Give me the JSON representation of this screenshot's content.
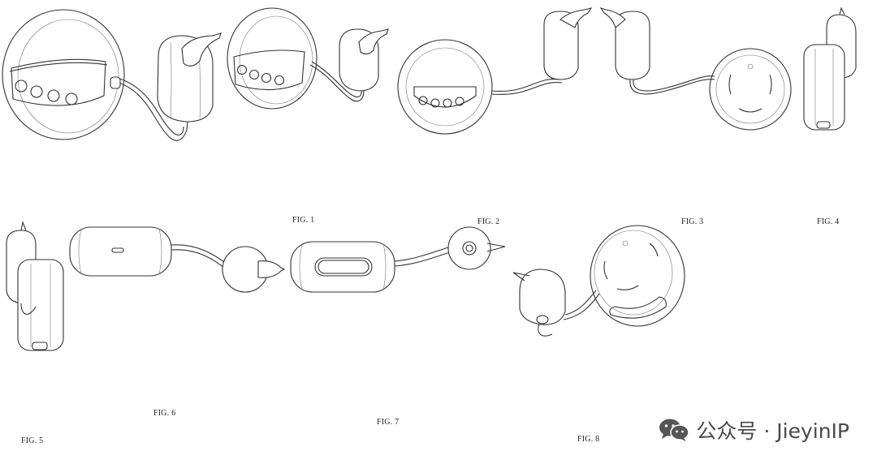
{
  "figures": [
    {
      "id": "fig1",
      "label": "FIG. 1"
    },
    {
      "id": "fig2",
      "label": "FIG. 2"
    },
    {
      "id": "fig3",
      "label": "FIG. 3"
    },
    {
      "id": "fig4",
      "label": "FIG. 4"
    },
    {
      "id": "fig5",
      "label": "FIG. 5"
    },
    {
      "id": "fig6",
      "label": "FIG. 6"
    },
    {
      "id": "fig7",
      "label": "FIG. 7"
    },
    {
      "id": "fig8",
      "label": "FIG. 8"
    }
  ],
  "watermark": {
    "text": "公众号 · JieyinIP",
    "icon": "wechat-icon",
    "color": "#4a4a4a"
  },
  "line_color": "#333333"
}
